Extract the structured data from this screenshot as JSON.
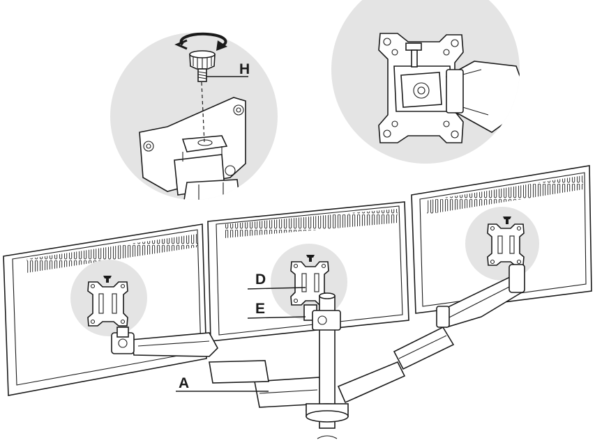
{
  "labels": {
    "h": "H",
    "d": "D",
    "e": "E",
    "a": "A"
  },
  "colors": {
    "line": "#1a1a1a",
    "highlight_circle": "#e4e4e4",
    "background": "#ffffff"
  },
  "icons": {
    "rotation": "rotate-arrow-icon",
    "screw": "thumbscrew-icon"
  }
}
